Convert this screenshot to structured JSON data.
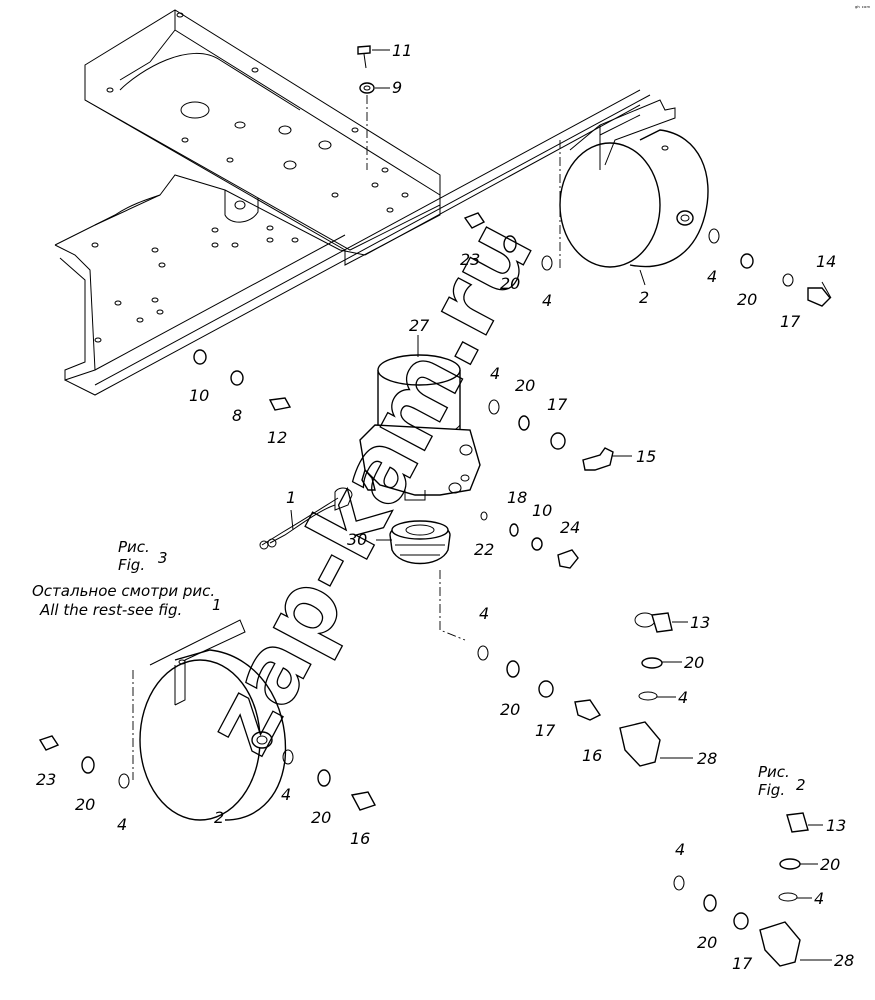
{
  "figure3": {
    "ris": "Рис.",
    "fig": "Fig.",
    "num": "3"
  },
  "figure2": {
    "ris": "Рис.",
    "fig": "Fig.",
    "num": "2"
  },
  "rest_note": {
    "ru": "Остальное смотри рис.",
    "en": "All the rest-see fig.",
    "num": "1"
  },
  "watermark": "zap-kam.ru",
  "corner_mark": "ᵍʰ ᶜᵒᵐ",
  "callouts": {
    "c11": "11",
    "c9": "9",
    "c23a": "23",
    "c20a": "20",
    "c4a": "4",
    "c2a": "2",
    "c4b": "4",
    "c20b": "20",
    "c14": "14",
    "c17a": "17",
    "c27": "27",
    "c10a": "10",
    "c8": "8",
    "c12": "12",
    "c4c": "4",
    "c20c": "20",
    "c17b": "17",
    "c15": "15",
    "c1": "1",
    "c18": "18",
    "c10b": "10",
    "c24": "24",
    "c30": "30",
    "c22": "22",
    "c4d": "4",
    "c13a": "13",
    "c20d": "20",
    "c4e": "4",
    "c20e": "20",
    "c17c": "17",
    "c16a": "16",
    "c28a": "28",
    "c23b": "23",
    "c20f": "20",
    "c4f": "4",
    "c2b": "2",
    "c4g": "4",
    "c20g": "20",
    "c16b": "16",
    "c13b": "13",
    "c20h": "20",
    "c4h": "4",
    "c4i": "4",
    "c20i": "20",
    "c17d": "17",
    "c28b": "28"
  }
}
